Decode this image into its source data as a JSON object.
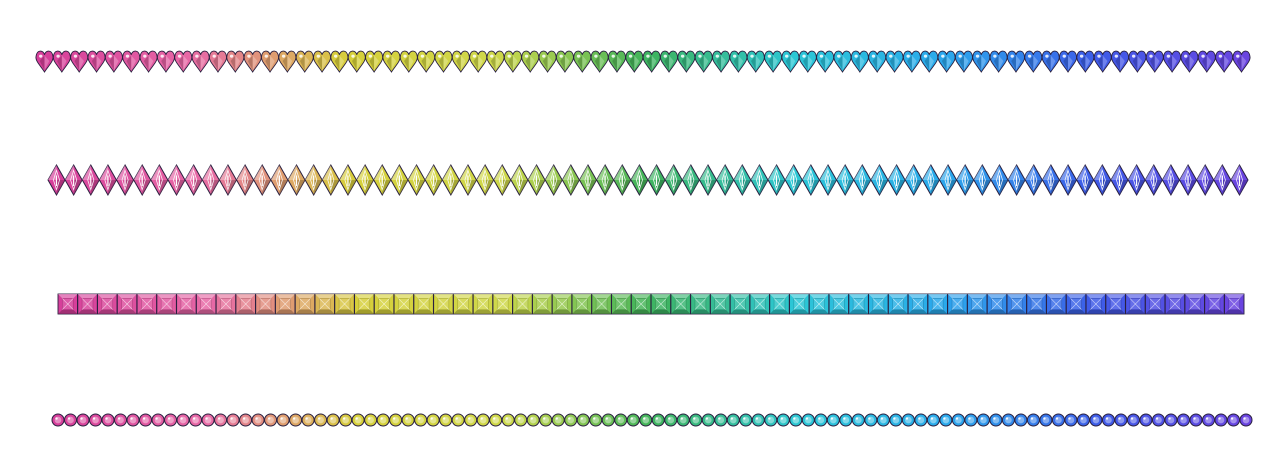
{
  "background": "#ffffff",
  "rows": [
    {
      "shape": "heart",
      "count": 70
    },
    {
      "shape": "diamond",
      "count": 70
    },
    {
      "shape": "square",
      "count": 60
    },
    {
      "shape": "circle",
      "count": 96
    }
  ],
  "gradient_stops": [
    "#d63f9a",
    "#e86aa6",
    "#d6cf3a",
    "#cfd84a",
    "#3fb35b",
    "#2bc7d6",
    "#2aa8ec",
    "#3d5ce8",
    "#6a44e0"
  ],
  "outline_color": "#2a2040",
  "highlight_color": "#ffffff"
}
